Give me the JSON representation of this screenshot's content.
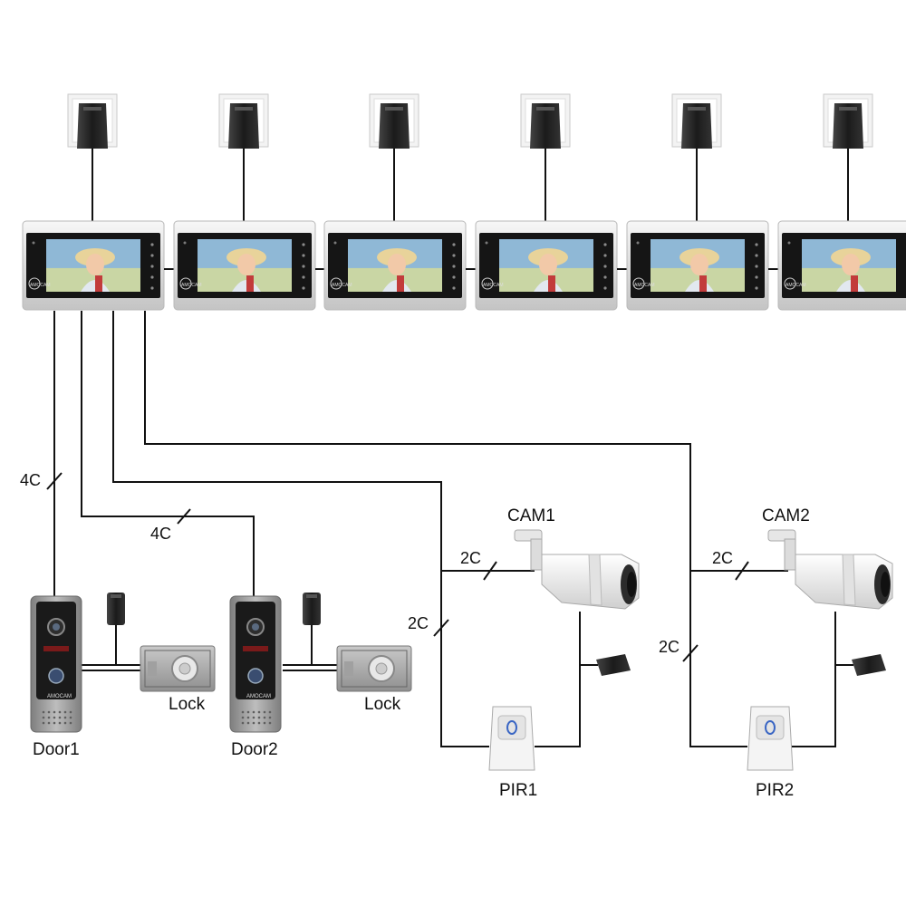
{
  "monitors": {
    "count": 6,
    "brand_text": "AMOCAM",
    "screen_subject": "child-portrait",
    "icons": [
      "power-plug-icon",
      "monitor-icon"
    ]
  },
  "cable_labels": {
    "door1_cable": "4C",
    "door2_cable": "4C",
    "cam1_video": "2C",
    "cam1_pir": "2C",
    "cam2_video": "2C",
    "cam2_pir": "2C"
  },
  "devices": {
    "door1": "Door1",
    "door2": "Door2",
    "lock1": "Lock",
    "lock2": "Lock",
    "cam1": "CAM1",
    "cam2": "CAM2",
    "pir1": "PIR1",
    "pir2": "PIR2"
  },
  "colors": {
    "wire": "#111111",
    "monitor_frame": "#e4e4e4",
    "monitor_bezel": "#151515",
    "screen_sky": "#8fb8d6",
    "door_station": "#9a9a9a",
    "camera_body": "#f2f2f2",
    "adapter": "#222222"
  }
}
